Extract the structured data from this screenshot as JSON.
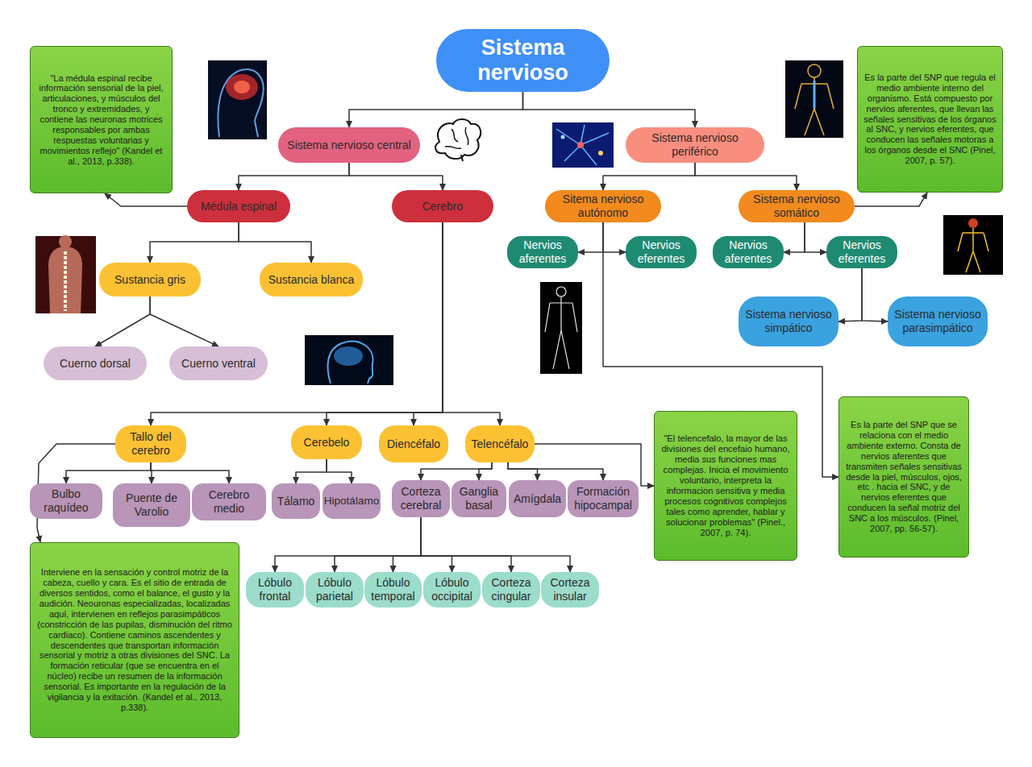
{
  "diagram": {
    "nodes": [
      {
        "text": [
          "Sistema nervioso"
        ]
      },
      {
        "text": [
          "Sistema nervioso central"
        ]
      },
      {
        "text": [
          "Sistema nervioso periférico"
        ]
      },
      {
        "text": [
          "\"La médula espinal recibe información sensorial de la piel, articulaciones, y músculos del tronco y extremidades, y contiene las neuronas motrices responsables por ambas respuestas voluntarias y movimientos reflejo\" (Kandel et al., 2013, p.338)."
        ]
      },
      {
        "text": [
          "Médula espinal"
        ]
      },
      {
        "text": [
          "Cerebro"
        ]
      },
      {
        "text": [
          "Sitema nervioso autónomo"
        ]
      },
      {
        "text": [
          "Sistema nervioso somático"
        ]
      },
      {
        "text": [
          "Es la parte del SNP que regula el medio ambiente interno del organismo. Está compuesto por nervios aferentes, que llevan las señales sensitivas de los órganos al SNC, y nervios eferentes, que conducen las señales motoras a los órganos desde el SNC (Pinel, 2007, p. 57)."
        ]
      },
      {
        "text": [
          "Nervios aferentes"
        ]
      },
      {
        "text": [
          "Nervios eferentes"
        ]
      },
      {
        "text": [
          "Nervios aferentes"
        ]
      },
      {
        "text": [
          "Nervios eferentes"
        ]
      },
      {
        "text": [
          "Sustancia gris"
        ]
      },
      {
        "text": [
          "Sustancia blanca"
        ]
      },
      {
        "text": [
          "Sistema nervioso simpático"
        ]
      },
      {
        "text": [
          "Sistema nervioso parasimpático"
        ]
      },
      {
        "text": [
          "Cuerno dorsal"
        ]
      },
      {
        "text": [
          "Cuerno ventral"
        ]
      },
      {
        "text": [
          "Es la parte del SNP que se relaciona con el medio ambiente externo. Consta de nervios aferentes que transmiten señales sensitivas desde la piel, músculos, ojos, etc . hacia el SNC, y de nervios eferentes que conducen la señal motriz del SNC a los músculos. (Pinel, 2007, pp. 56-57)."
        ]
      },
      {
        "text": [
          "\"El telencefalo, la mayor de las divisiones del encefaio humano, media sus funciones mas complejas. Inicia el movimiento voluntario, interpreta la informacion sensitiva y media procesos cognitivos complejos tales como aprender, hablar y solucionar problemas\" (Pinel., 2007, p. 74)."
        ]
      },
      {
        "text": [
          "Tallo del cerebro"
        ]
      },
      {
        "text": [
          "Cerebelo"
        ]
      },
      {
        "text": [
          "Diencéfalo"
        ]
      },
      {
        "text": [
          "Telencéfalo"
        ]
      },
      {
        "text": [
          "Bulbo raquídeo"
        ]
      },
      {
        "text": [
          "Puente de Varolio"
        ]
      },
      {
        "text": [
          "Cerebro medio"
        ]
      },
      {
        "text": [
          "Tálamo"
        ]
      },
      {
        "text": [
          "Hipotálamo"
        ]
      },
      {
        "text": [
          "Corteza cerebral"
        ]
      },
      {
        "text": [
          "Ganglia basal"
        ]
      },
      {
        "text": [
          "Amígdala"
        ]
      },
      {
        "text": [
          "Formación hipocampal"
        ]
      },
      {
        "text": [
          "Interviene en la sensación y control motriz de la cabeza, cuello y cara. Es el sitio de entrada de diversos sentidos, como el balance, el gusto y la audición. Neouronas especializadas, localizadas aquí, intervienen en reflejos parasimpáticos (constricción de las pupilas, disminución del ritmo cardiaco). Contiene caminos ascendentes y descendentes que transportan información sensorial y motriz a otras divisiones del SNC. La formación reticular (que se encuentra en el núcleo) recibe un resumen de la información sensorial. Es importante en la regulación de la vigilancia y la exitación. (Kandel et al., 2013, p.338)."
        ]
      },
      {
        "text": [
          "Lóbulo frontal"
        ]
      },
      {
        "text": [
          "Lóbulo parietal"
        ]
      },
      {
        "text": [
          "Lóbulo temporal"
        ]
      },
      {
        "text": [
          "Lóbulo occipital"
        ]
      },
      {
        "text": [
          "Corteza cingular"
        ]
      },
      {
        "text": [
          "Corteza insular"
        ]
      }
    ],
    "edges": [
      {
        "from": 0,
        "to": 1,
        "arrow": "to"
      },
      {
        "from": 0,
        "to": 2,
        "arrow": "to"
      },
      {
        "from": 1,
        "to": 4,
        "arrow": "to"
      },
      {
        "from": 1,
        "to": 5,
        "arrow": "to"
      },
      {
        "from": 4,
        "to": 3,
        "arrow": "to"
      },
      {
        "from": 2,
        "to": 6,
        "arrow": "to"
      },
      {
        "from": 2,
        "to": 7,
        "arrow": "to"
      },
      {
        "from": 7,
        "to": 8,
        "arrow": "to"
      },
      {
        "from": 6,
        "to": 9,
        "arrow": "to"
      },
      {
        "from": 6,
        "to": 10,
        "arrow": "to"
      },
      {
        "from": 7,
        "to": 11,
        "arrow": "to"
      },
      {
        "from": 7,
        "to": 12,
        "arrow": "to"
      },
      {
        "from": 4,
        "to": 13,
        "arrow": "to"
      },
      {
        "from": 4,
        "to": 14,
        "arrow": "to"
      },
      {
        "from": 12,
        "to": 15,
        "arrow": "to"
      },
      {
        "from": 12,
        "to": 16,
        "arrow": "to"
      },
      {
        "from": 13,
        "to": 17,
        "arrow": "to"
      },
      {
        "from": 13,
        "to": 18,
        "arrow": "to"
      },
      {
        "from": 6,
        "to": 19,
        "arrow": "to"
      },
      {
        "from": 5,
        "to": 21,
        "arrow": "to"
      },
      {
        "from": 5,
        "to": 22,
        "arrow": "to"
      },
      {
        "from": 5,
        "to": 23,
        "arrow": "to"
      },
      {
        "from": 5,
        "to": 24,
        "arrow": "to"
      },
      {
        "from": 24,
        "to": 20,
        "arrow": "to"
      },
      {
        "from": 21,
        "to": 25,
        "arrow": "to"
      },
      {
        "from": 21,
        "to": 26,
        "arrow": "to"
      },
      {
        "from": 21,
        "to": 27,
        "arrow": "to"
      },
      {
        "from": 21,
        "to": 34,
        "arrow": "to"
      },
      {
        "from": 22,
        "to": 28,
        "arrow": "to"
      },
      {
        "from": 22,
        "to": 29,
        "arrow": "to"
      },
      {
        "from": 24,
        "to": 30,
        "arrow": "to"
      },
      {
        "from": 24,
        "to": 31,
        "arrow": "to"
      },
      {
        "from": 24,
        "to": 32,
        "arrow": "to"
      },
      {
        "from": 24,
        "to": 33,
        "arrow": "to"
      },
      {
        "from": 30,
        "to": 35,
        "arrow": "to"
      },
      {
        "from": 30,
        "to": 36,
        "arrow": "to"
      },
      {
        "from": 30,
        "to": 37,
        "arrow": "to"
      },
      {
        "from": 30,
        "to": 38,
        "arrow": "to"
      },
      {
        "from": 30,
        "to": 39,
        "arrow": "to"
      },
      {
        "from": 30,
        "to": 40,
        "arrow": "to"
      }
    ]
  }
}
